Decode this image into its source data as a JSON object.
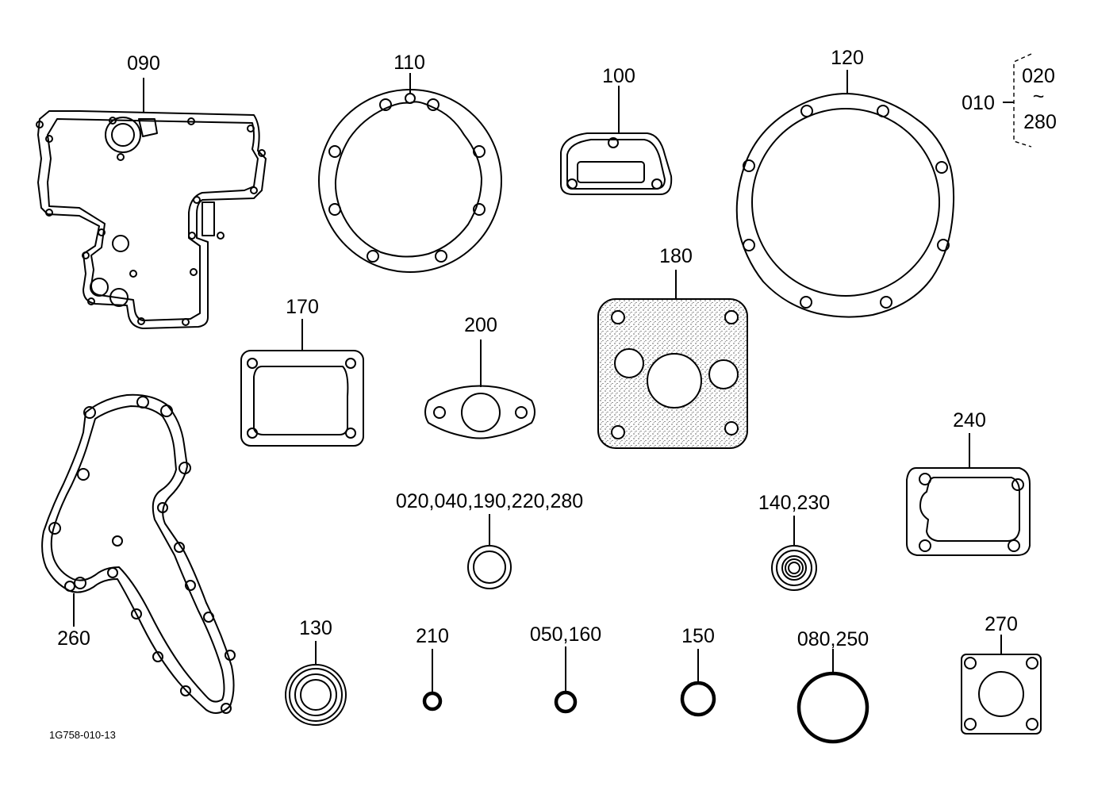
{
  "parts": {
    "p090": "090",
    "p110": "110",
    "p100": "100",
    "p120": "120",
    "p180": "180",
    "p170": "170",
    "p200": "200",
    "p240": "240",
    "p260": "260",
    "p020_group": "020,040,190,220,280",
    "p140_230": "140,230",
    "p130": "130",
    "p210": "210",
    "p050_160": "050,160",
    "p150": "150",
    "p080_250": "080,250",
    "p270": "270"
  },
  "group_bracket": {
    "parent": "010",
    "range_start": "020",
    "range_sep": "~",
    "range_end": "280"
  },
  "diagram_code": "1G758-010-13",
  "colors": {
    "line": "#000000",
    "background": "#ffffff"
  }
}
